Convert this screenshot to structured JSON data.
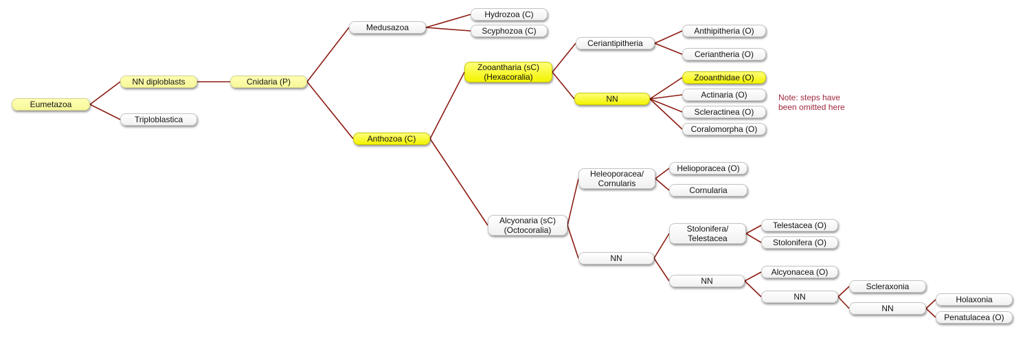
{
  "nodes": {
    "eumetazoa": "Eumetazoa",
    "nn_diploblasts": "NN diploblasts",
    "triploblastica": "Triploblastica",
    "cnidaria": "Cnidaria (P)",
    "medusazoa": "Medusazoa",
    "hydrozoa": "Hydrozoa (C)",
    "scyphozoa": "Scyphozoa (C)",
    "anthozoa": "Anthozoa (C)",
    "zooantharia": "Zooantharia (sC)\n(Hexacoralia)",
    "ceriantipitheria": "Ceriantipitheria",
    "anthipitheria": "Anthipitheria (O)",
    "ceriantheria": "Ceriantheria (O)",
    "nn_hexa": "NN",
    "zooanthidae": "Zooanthidae (O)",
    "actinaria": "Actinaria (O)",
    "scleractinea": "Scleractinea (O)",
    "coralomorpha": "Coralomorpha (O)",
    "alcyonaria": "Alcyonaria (sC)\n(Octocoralia)",
    "heleoporacea_cornularis": "Heleoporacea/\nCornularis",
    "helioporacea": "Helioporacea (O)",
    "cornularia": "Cornularia",
    "nn_octo": "NN",
    "stolonifera_telestacea": "Stolonifera/\nTelestacea",
    "telestacea": "Telestacea (O)",
    "stolonifera": "Stolonifera (O)",
    "nn_octo2": "NN",
    "alcyonacea": "Alcyonacea (O)",
    "nn_octo3": "NN",
    "scleraxonia": "Scleraxonia",
    "nn_octo4": "NN",
    "holaxonia": "Holaxonia",
    "penatulacea": "Penatulacea (O)"
  },
  "note": "Note: steps have\nbeen omitted here",
  "colors": {
    "edge": "#8b1a10",
    "highlight": "#ffff00",
    "highlight_soft": "#ffffa0",
    "note": "#a0283c"
  },
  "edges": [
    [
      "eumetazoa",
      "nn_diploblasts"
    ],
    [
      "eumetazoa",
      "triploblastica"
    ],
    [
      "nn_diploblasts",
      "cnidaria"
    ],
    [
      "cnidaria",
      "medusazoa"
    ],
    [
      "cnidaria",
      "anthozoa"
    ],
    [
      "medusazoa",
      "hydrozoa"
    ],
    [
      "medusazoa",
      "scyphozoa"
    ],
    [
      "anthozoa",
      "zooantharia"
    ],
    [
      "anthozoa",
      "alcyonaria"
    ],
    [
      "zooantharia",
      "ceriantipitheria"
    ],
    [
      "zooantharia",
      "nn_hexa"
    ],
    [
      "ceriantipitheria",
      "anthipitheria"
    ],
    [
      "ceriantipitheria",
      "ceriantheria"
    ],
    [
      "nn_hexa",
      "zooanthidae"
    ],
    [
      "nn_hexa",
      "actinaria"
    ],
    [
      "nn_hexa",
      "scleractinea"
    ],
    [
      "nn_hexa",
      "coralomorpha"
    ],
    [
      "alcyonaria",
      "heleoporacea_cornularis"
    ],
    [
      "alcyonaria",
      "nn_octo"
    ],
    [
      "heleoporacea_cornularis",
      "helioporacea"
    ],
    [
      "heleoporacea_cornularis",
      "cornularia"
    ],
    [
      "nn_octo",
      "stolonifera_telestacea"
    ],
    [
      "nn_octo",
      "nn_octo2"
    ],
    [
      "stolonifera_telestacea",
      "telestacea"
    ],
    [
      "stolonifera_telestacea",
      "stolonifera"
    ],
    [
      "nn_octo2",
      "alcyonacea"
    ],
    [
      "nn_octo2",
      "nn_octo3"
    ],
    [
      "nn_octo3",
      "scleraxonia"
    ],
    [
      "nn_octo3",
      "nn_octo4"
    ],
    [
      "nn_octo4",
      "holaxonia"
    ],
    [
      "nn_octo4",
      "penatulacea"
    ]
  ]
}
